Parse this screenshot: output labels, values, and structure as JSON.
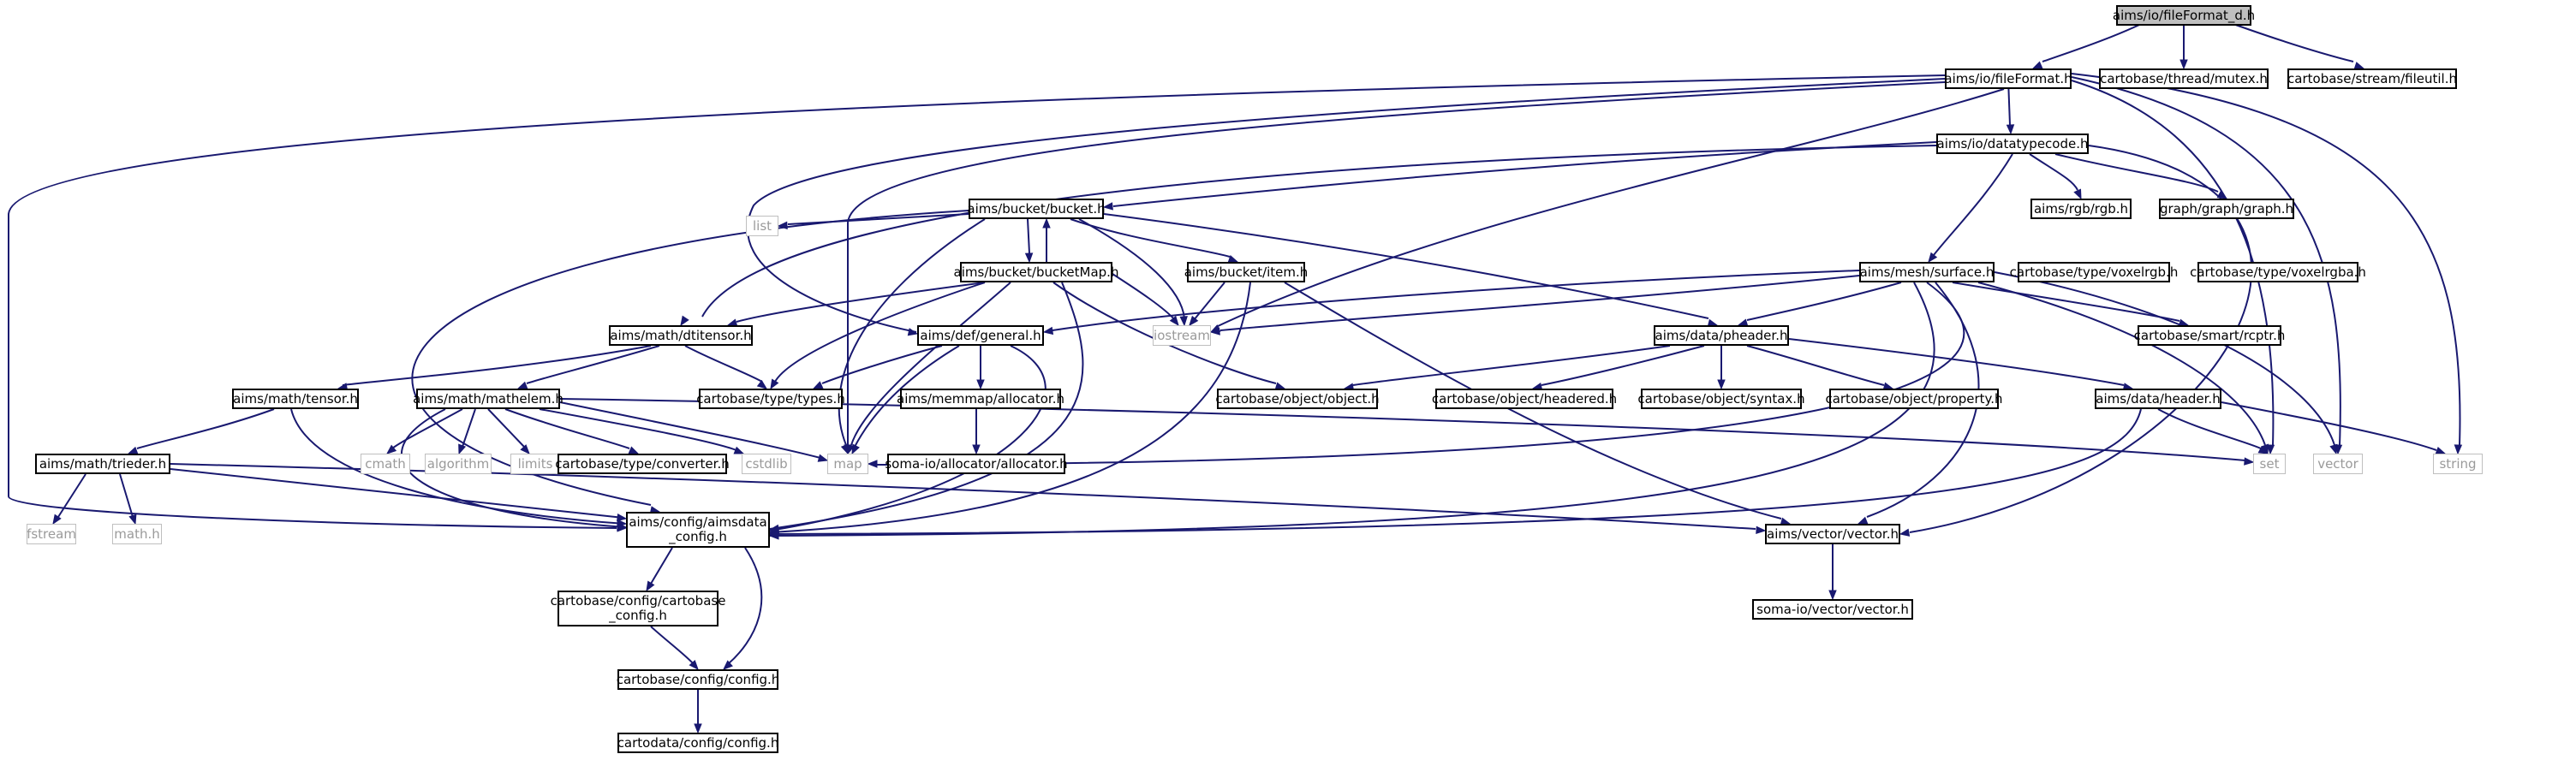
{
  "diagram": {
    "title_file": "aims/io/fileFormat_d.h",
    "colors": {
      "edge": "#191970",
      "root_fill": "#bfbfbf",
      "node_border": "#000000",
      "external_border": "#bfbfbf"
    },
    "nodes": {
      "fileformat_d": "aims/io/fileFormat_d.h",
      "fileformat": "aims/io/fileFormat.h",
      "mutex": "cartobase/thread/mutex.h",
      "fileutil": "cartobase/stream/fileutil.h",
      "datatypecode": "aims/io/datatypecode.h",
      "bucket": "aims/bucket/bucket.h",
      "rgb": "aims/rgb/rgb.h",
      "graph": "graph/graph/graph.h",
      "list": "list",
      "bucketmap": "aims/bucket/bucketMap.h",
      "item": "aims/bucket/item.h",
      "surface": "aims/mesh/surface.h",
      "voxelrgb": "cartobase/type/voxelrgb.h",
      "voxelrgba": "cartobase/type/voxelrgba.h",
      "dtitensor": "aims/math/dtitensor.h",
      "general": "aims/def/general.h",
      "iostream": "iostream",
      "pheader": "aims/data/pheader.h",
      "rcptr": "cartobase/smart/rcptr.h",
      "tensor": "aims/math/tensor.h",
      "mathelem": "aims/math/mathelem.h",
      "types": "cartobase/type/types.h",
      "allocator": "aims/memmap/allocator.h",
      "object": "cartobase/object/object.h",
      "headered": "cartobase/object/headered.h",
      "syntax": "cartobase/object/syntax.h",
      "property": "cartobase/object/property.h",
      "header": "aims/data/header.h",
      "trieder": "aims/math/trieder.h",
      "cmath": "cmath",
      "algorithm": "algorithm",
      "limits": "limits",
      "converter": "cartobase/type/converter.h",
      "cstdlib": "cstdlib",
      "map": "map",
      "somaallocator": "soma-io/allocator/allocator.h",
      "set": "set",
      "vector": "vector",
      "string": "string",
      "fstream": "fstream",
      "math": "math.h",
      "aimsdata_config_1": "aims/config/aimsdata",
      "aimsdata_config_2": "_config.h",
      "vectorh": "aims/vector/vector.h",
      "cartobase_config_1": "cartobase/config/cartobase",
      "cartobase_config_2": "_config.h",
      "somavector": "soma-io/vector/vector.h",
      "config": "cartobase/config/config.h",
      "cartodata_config": "cartodata/config/config.h"
    }
  }
}
